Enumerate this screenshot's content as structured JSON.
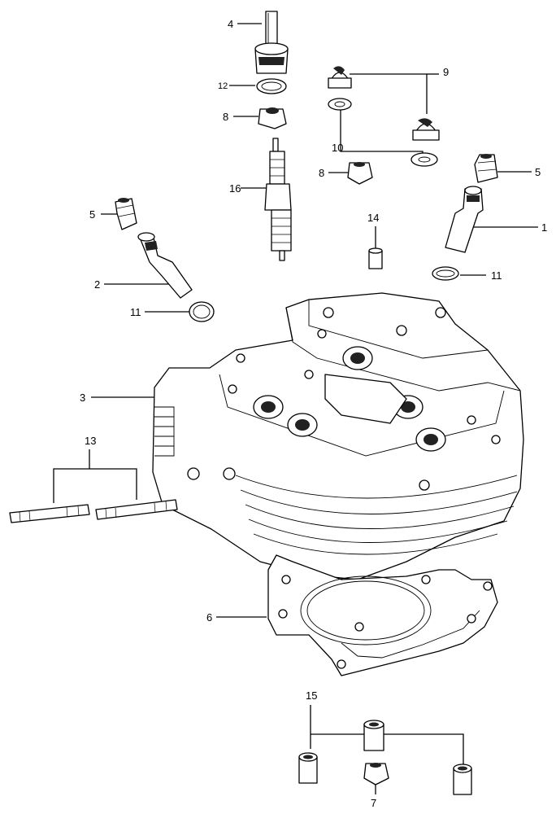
{
  "callouts": {
    "c1": "1",
    "c2": "2",
    "c3": "3",
    "c4": "4",
    "c5a": "5",
    "c5b": "5",
    "c6": "6",
    "c7": "7",
    "c8a": "8",
    "c8b": "8",
    "c9": "9",
    "c10": "10",
    "c11a": "11",
    "c11b": "11",
    "c12": "12",
    "c13": "13",
    "c14": "14",
    "c15": "15",
    "c16": "16"
  }
}
